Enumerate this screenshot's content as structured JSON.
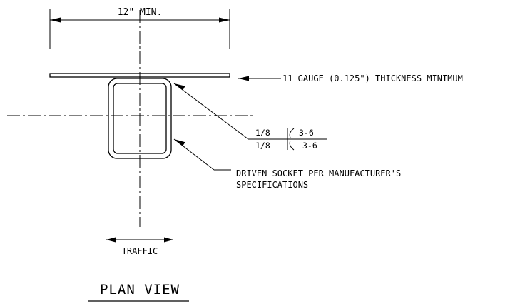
{
  "dimension": {
    "width_label": "12\" MIN."
  },
  "plate": {
    "note": "11 GAUGE (0.125\") THICKNESS MINIMUM"
  },
  "weld_symbol": {
    "top_size": "1/8",
    "top_length_pitch": "3-6",
    "bottom_size": "1/8",
    "bottom_length_pitch": "3-6"
  },
  "socket": {
    "note_line1": "DRIVEN SOCKET PER MANUFACTURER'S",
    "note_line2": "SPECIFICATIONS"
  },
  "traffic": {
    "label": "TRAFFIC"
  },
  "view": {
    "title": "PLAN VIEW"
  }
}
